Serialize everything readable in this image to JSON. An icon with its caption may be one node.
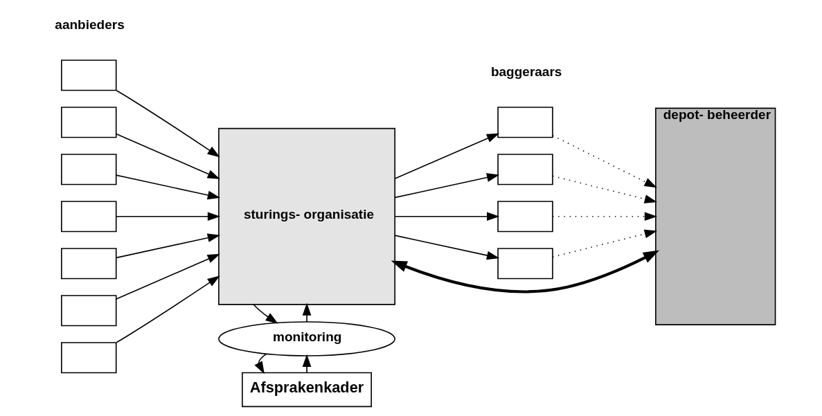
{
  "diagram": {
    "nodes": [
      {
        "text": [
          "Afsprakenkader"
        ]
      },
      {
        "text": [
          "monitoring"
        ]
      },
      {
        "text": [
          "sturings- organisatie"
        ]
      },
      {
        "text": [],
        "shape": "box"
      },
      {
        "text": [],
        "shape": "box"
      },
      {
        "text": [],
        "shape": "box"
      },
      {
        "text": [],
        "shape": "box"
      },
      {
        "text": [],
        "shape": "box"
      },
      {
        "text": [],
        "shape": "box"
      },
      {
        "text": [],
        "shape": "box"
      },
      {
        "text": [],
        "shape": "box"
      },
      {
        "text": [],
        "shape": "box"
      },
      {
        "text": [],
        "shape": "box"
      },
      {
        "text": [],
        "shape": "box"
      },
      {
        "text": [
          "depot- beheerder"
        ]
      }
    ],
    "edges": [
      {
        "from": 0,
        "to": 1,
        "arrow": "to"
      },
      {
        "from": 1,
        "to": 0,
        "arrow": "to"
      },
      {
        "from": 1,
        "to": 2,
        "arrow": "to"
      },
      {
        "from": 2,
        "to": 1,
        "arrow": "to"
      },
      {
        "from": 3,
        "to": 2,
        "arrow": "to"
      },
      {
        "from": 4,
        "to": 2,
        "arrow": "to"
      },
      {
        "from": 5,
        "to": 2,
        "arrow": "to"
      },
      {
        "from": 6,
        "to": 2,
        "arrow": "to"
      },
      {
        "from": 7,
        "to": 2,
        "arrow": "to"
      },
      {
        "from": 8,
        "to": 2,
        "arrow": "to"
      },
      {
        "from": 9,
        "to": 2,
        "arrow": "to"
      },
      {
        "from": 2,
        "to": 10,
        "arrow": "to"
      },
      {
        "from": 2,
        "to": 11,
        "arrow": "to"
      },
      {
        "from": 2,
        "to": 12,
        "arrow": "to"
      },
      {
        "from": 2,
        "to": 13,
        "arrow": "to"
      },
      {
        "from": 10,
        "to": 14,
        "arrow": "to",
        "style": "dashed"
      },
      {
        "from": 11,
        "to": 14,
        "arrow": "to",
        "style": "dashed"
      },
      {
        "from": 12,
        "to": 14,
        "arrow": "to",
        "style": "dashed"
      },
      {
        "from": 13,
        "to": 14,
        "arrow": "to",
        "style": "dashed"
      },
      {
        "from": 2,
        "to": 14,
        "arrow": "both",
        "style": "thick"
      }
    ],
    "labels": [
      "aanbieders",
      "baggeraars"
    ]
  }
}
